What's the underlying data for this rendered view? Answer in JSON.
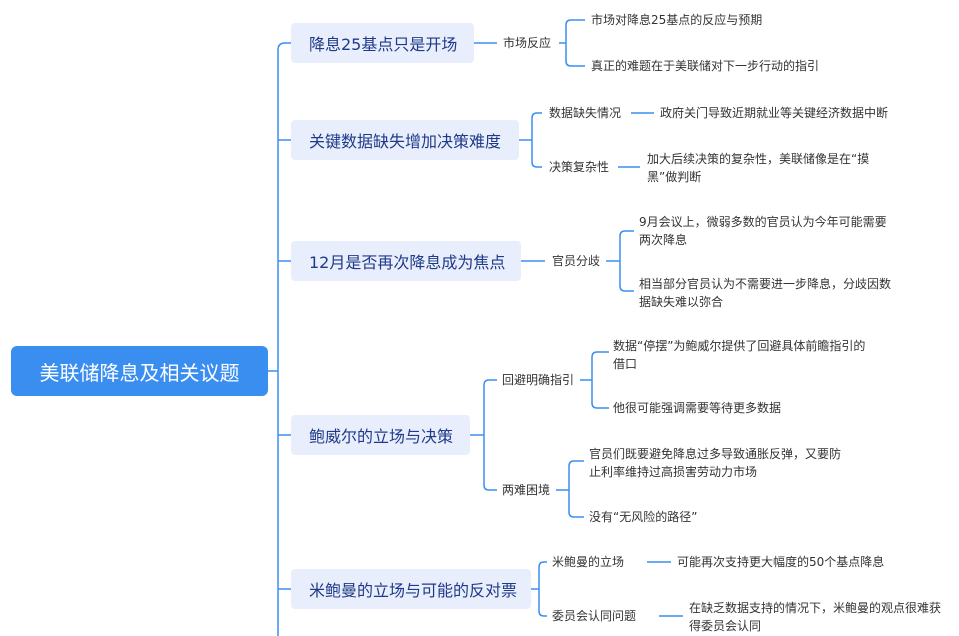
{
  "root": "美联储降息及相关议题",
  "branches": [
    {
      "label": "降息25基点只是开场",
      "subs": [
        {
          "label": "市场反应",
          "leaves": [
            "市场对降息25基点的反应与预期",
            "真正的难题在于美联储对下一步行动的指引"
          ]
        }
      ]
    },
    {
      "label": "关键数据缺失增加决策难度",
      "subs": [
        {
          "label": "数据缺失情况",
          "leaves": [
            "政府关门导致近期就业等关键经济数据中断"
          ]
        },
        {
          "label": "决策复杂性",
          "leaves": [
            "加大后续决策的复杂性，美联储像是在“摸黑”做判断"
          ]
        }
      ]
    },
    {
      "label": "12月是否再次降息成为焦点",
      "subs": [
        {
          "label": "官员分歧",
          "leaves": [
            "9月会议上，微弱多数的官员认为今年可能需要两次降息",
            "相当部分官员认为不需要进一步降息，分歧因数据缺失难以弥合"
          ]
        }
      ]
    },
    {
      "label": "鲍威尔的立场与决策",
      "subs": [
        {
          "label": "回避明确指引",
          "leaves": [
            "数据“停摆”为鲍威尔提供了回避具体前瞻指引的借口",
            "他很可能强调需要等待更多数据"
          ]
        },
        {
          "label": "两难困境",
          "leaves": [
            "官员们既要避免降息过多导致通胀反弹，又要防止利率维持过高损害劳动力市场",
            "没有“无风险的路径”"
          ]
        }
      ]
    },
    {
      "label": "米鲍曼的立场与可能的反对票",
      "subs": [
        {
          "label": "米鲍曼的立场",
          "leaves": [
            "可能再次支持更大幅度的50个基点降息"
          ]
        },
        {
          "label": "委员会认同问题",
          "leaves": [
            "在缺乏数据支持的情况下，米鲍曼的观点很难获得委员会认同"
          ]
        }
      ]
    }
  ],
  "colors": {
    "root": "#3a8ef0",
    "branch_bg": "#e8eefb",
    "line": "#3a8ef0"
  }
}
